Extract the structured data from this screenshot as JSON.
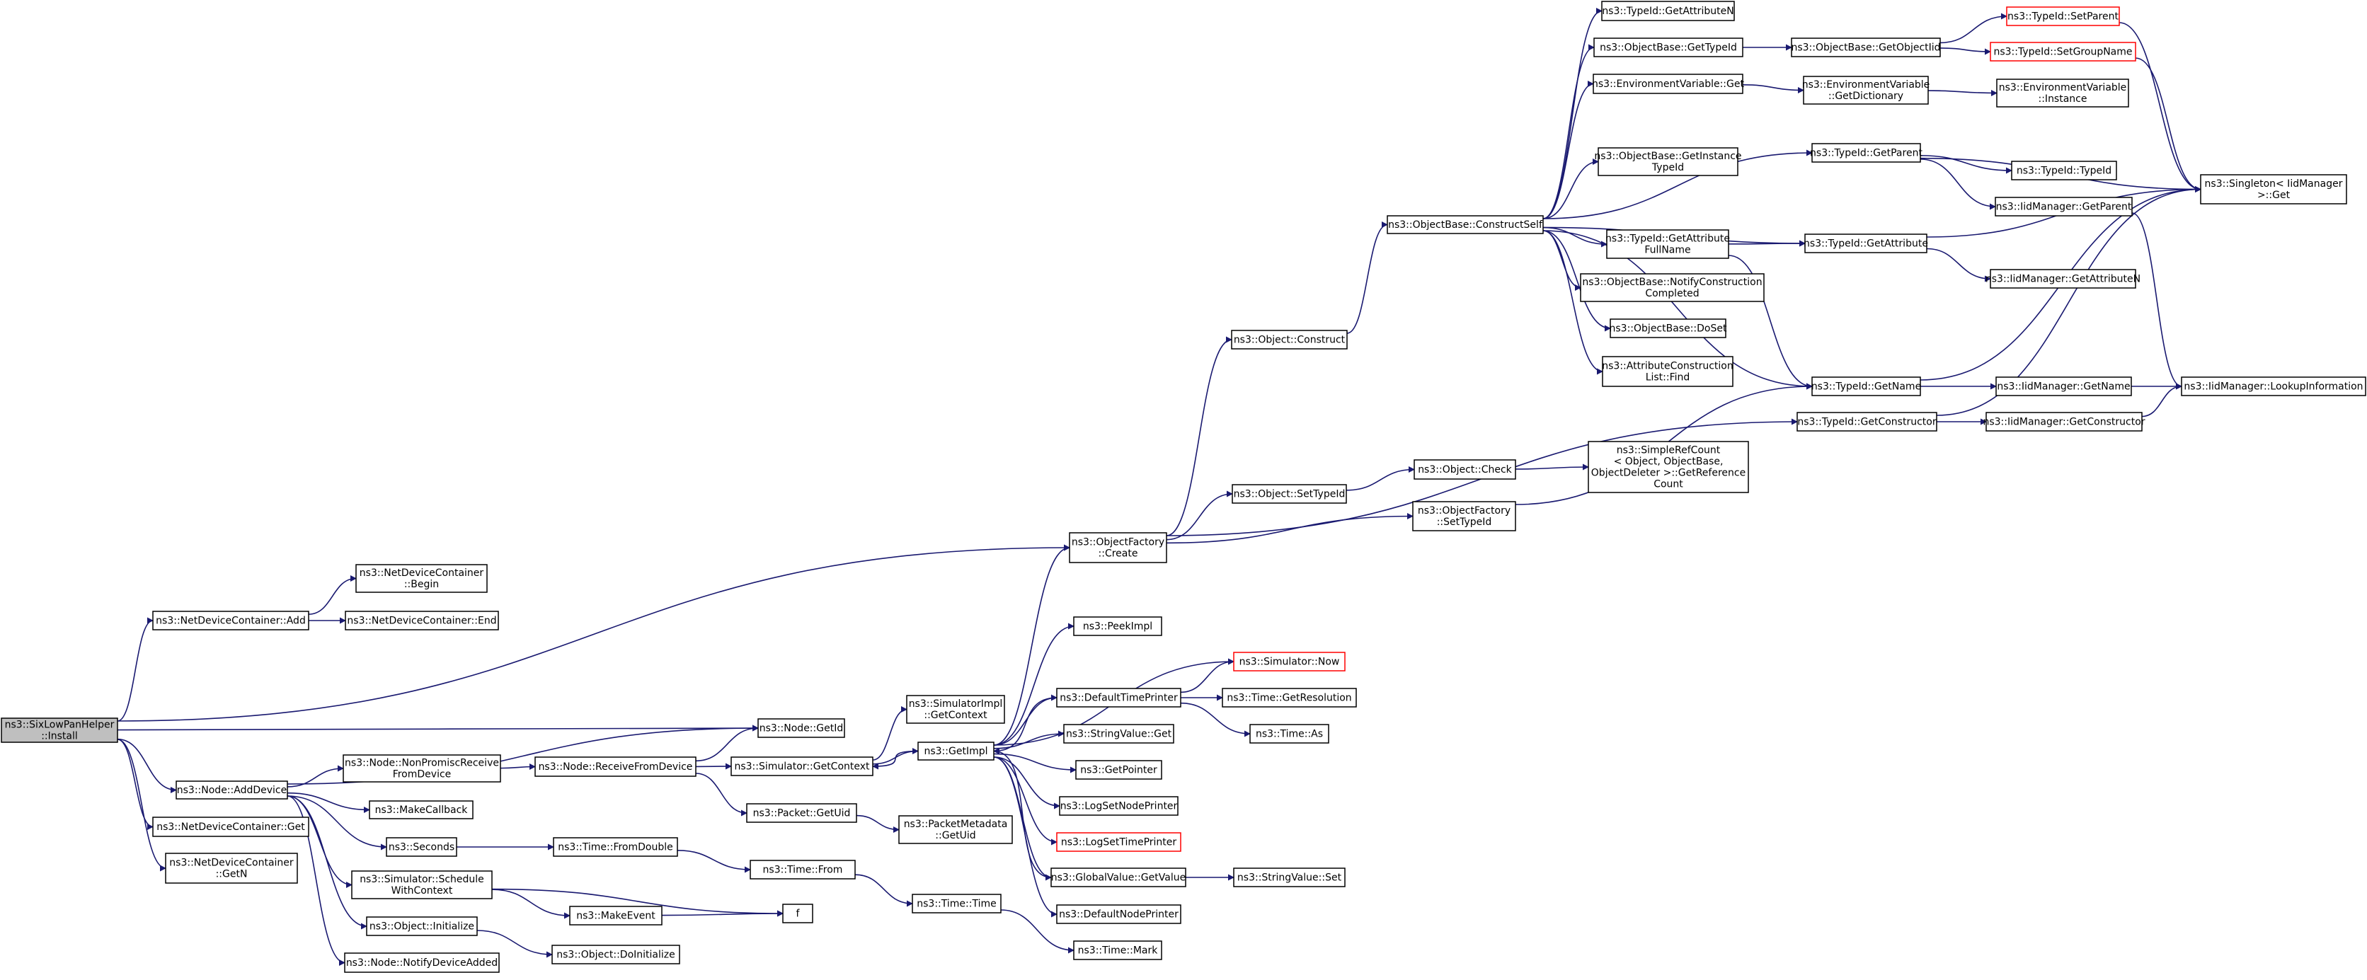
{
  "graph": {
    "title": "",
    "colors": {
      "edge": "#191970",
      "box_border": "#000000",
      "root_fill": "#bfbfbf",
      "truncated_border": "#ff0000"
    },
    "nodes": [
      {
        "id": "root",
        "lines": [
          "ns3::SixLowPanHelper",
          "::Install"
        ],
        "style": "root"
      },
      {
        "id": "ndc_add",
        "lines": [
          "ns3::NetDeviceContainer::Add"
        ]
      },
      {
        "id": "ndc_begin",
        "lines": [
          "ns3::NetDeviceContainer",
          "::Begin"
        ]
      },
      {
        "id": "ndc_end",
        "lines": [
          "ns3::NetDeviceContainer::End"
        ]
      },
      {
        "id": "node_getid",
        "lines": [
          "ns3::Node::GetId"
        ]
      },
      {
        "id": "node_adddevice",
        "lines": [
          "ns3::Node::AddDevice"
        ]
      },
      {
        "id": "ndc_get",
        "lines": [
          "ns3::NetDeviceContainer::Get"
        ]
      },
      {
        "id": "ndc_getn",
        "lines": [
          "ns3::NetDeviceContainer",
          "::GetN"
        ]
      },
      {
        "id": "nonpromisc",
        "lines": [
          "ns3::Node::NonPromiscReceive",
          "FromDevice"
        ]
      },
      {
        "id": "makecallback",
        "lines": [
          "ns3::MakeCallback"
        ]
      },
      {
        "id": "seconds",
        "lines": [
          "ns3::Seconds"
        ]
      },
      {
        "id": "schedulectx",
        "lines": [
          "ns3::Simulator::Schedule",
          "WithContext"
        ]
      },
      {
        "id": "obj_initialize",
        "lines": [
          "ns3::Object::Initialize"
        ]
      },
      {
        "id": "notifydeviceadded",
        "lines": [
          "ns3::Node::NotifyDeviceAdded"
        ]
      },
      {
        "id": "receivefromdevice",
        "lines": [
          "ns3::Node::ReceiveFromDevice"
        ]
      },
      {
        "id": "time_fromdouble",
        "lines": [
          "ns3::Time::FromDouble"
        ]
      },
      {
        "id": "makeevent",
        "lines": [
          "ns3::MakeEvent"
        ]
      },
      {
        "id": "f",
        "lines": [
          "f"
        ]
      },
      {
        "id": "obj_doinitialize",
        "lines": [
          "ns3::Object::DoInitialize"
        ]
      },
      {
        "id": "sim_getcontext",
        "lines": [
          "ns3::Simulator::GetContext"
        ]
      },
      {
        "id": "packet_getuid",
        "lines": [
          "ns3::Packet::GetUid"
        ]
      },
      {
        "id": "time_from",
        "lines": [
          "ns3::Time::From"
        ]
      },
      {
        "id": "simimpl_getcontext",
        "lines": [
          "ns3::SimulatorImpl",
          "::GetContext"
        ]
      },
      {
        "id": "getimpl",
        "lines": [
          "ns3::GetImpl"
        ]
      },
      {
        "id": "pktmeta_getuid",
        "lines": [
          "ns3::PacketMetadata",
          "::GetUid"
        ]
      },
      {
        "id": "time_time",
        "lines": [
          "ns3::Time::Time"
        ]
      },
      {
        "id": "objfactory_create",
        "lines": [
          "ns3::ObjectFactory",
          "::Create"
        ]
      },
      {
        "id": "peekimpl",
        "lines": [
          "ns3::PeekImpl"
        ]
      },
      {
        "id": "sim_now",
        "lines": [
          "ns3::Simulator::Now"
        ],
        "style": "red"
      },
      {
        "id": "defaulttimeprinter",
        "lines": [
          "ns3::DefaultTimePrinter"
        ]
      },
      {
        "id": "stringvalue_get",
        "lines": [
          "ns3::StringValue::Get"
        ]
      },
      {
        "id": "getpointer",
        "lines": [
          "ns3::GetPointer"
        ]
      },
      {
        "id": "logsetnodeprinter",
        "lines": [
          "ns3::LogSetNodePrinter"
        ]
      },
      {
        "id": "logsettimeprinter",
        "lines": [
          "ns3::LogSetTimePrinter"
        ],
        "style": "red"
      },
      {
        "id": "globalvalue_getvalue",
        "lines": [
          "ns3::GlobalValue::GetValue"
        ]
      },
      {
        "id": "defaultnodeprinter",
        "lines": [
          "ns3::DefaultNodePrinter"
        ]
      },
      {
        "id": "time_getresolution",
        "lines": [
          "ns3::Time::GetResolution"
        ]
      },
      {
        "id": "time_as",
        "lines": [
          "ns3::Time::As"
        ]
      },
      {
        "id": "stringvalue_set",
        "lines": [
          "ns3::StringValue::Set"
        ]
      },
      {
        "id": "time_mark",
        "lines": [
          "ns3::Time::Mark"
        ]
      },
      {
        "id": "obj_construct",
        "lines": [
          "ns3::Object::Construct"
        ]
      },
      {
        "id": "obj_settypeid",
        "lines": [
          "ns3::Object::SetTypeId"
        ]
      },
      {
        "id": "objfactory_settypeid",
        "lines": [
          "ns3::ObjectFactory",
          "::SetTypeId"
        ]
      },
      {
        "id": "obj_check",
        "lines": [
          "ns3::Object::Check"
        ]
      },
      {
        "id": "simplerefcount",
        "lines": [
          "ns3::SimpleRefCount",
          "< Object, ObjectBase,",
          "ObjectDeleter >::GetReference",
          "Count"
        ]
      },
      {
        "id": "constructself",
        "lines": [
          "ns3::ObjectBase::ConstructSelf"
        ]
      },
      {
        "id": "typeid_getattributen",
        "lines": [
          "ns3::TypeId::GetAttributeN"
        ]
      },
      {
        "id": "objbase_gettypeid",
        "lines": [
          "ns3::ObjectBase::GetTypeId"
        ]
      },
      {
        "id": "envvar_get",
        "lines": [
          "ns3::EnvironmentVariable::Get"
        ]
      },
      {
        "id": "objbase_getinstancetypeid",
        "lines": [
          "ns3::ObjectBase::GetInstance",
          "TypeId"
        ]
      },
      {
        "id": "typeid_getattributefullname",
        "lines": [
          "ns3::TypeId::GetAttribute",
          "FullName"
        ]
      },
      {
        "id": "notifyconstructioncompleted",
        "lines": [
          "ns3::ObjectBase::NotifyConstruction",
          "Completed"
        ]
      },
      {
        "id": "objbase_doset",
        "lines": [
          "ns3::ObjectBase::DoSet"
        ]
      },
      {
        "id": "attrconstructionlist_find",
        "lines": [
          "ns3::AttributeConstruction",
          "List::Find"
        ]
      },
      {
        "id": "objbase_getobjectiid",
        "lines": [
          "ns3::ObjectBase::GetObjectIid"
        ]
      },
      {
        "id": "envvar_getdictionary",
        "lines": [
          "ns3::EnvironmentVariable",
          "::GetDictionary"
        ]
      },
      {
        "id": "typeid_getparent",
        "lines": [
          "ns3::TypeId::GetParent"
        ]
      },
      {
        "id": "typeid_getattribute",
        "lines": [
          "ns3::TypeId::GetAttribute"
        ]
      },
      {
        "id": "typeid_getname",
        "lines": [
          "ns3::TypeId::GetName"
        ]
      },
      {
        "id": "typeid_getconstructor",
        "lines": [
          "ns3::TypeId::GetConstructor"
        ]
      },
      {
        "id": "typeid_setparent",
        "lines": [
          "ns3::TypeId::SetParent"
        ],
        "style": "red"
      },
      {
        "id": "typeid_setgroupname",
        "lines": [
          "ns3::TypeId::SetGroupName"
        ],
        "style": "red"
      },
      {
        "id": "envvar_instance",
        "lines": [
          "ns3::EnvironmentVariable",
          "::Instance"
        ]
      },
      {
        "id": "typeid_typeid",
        "lines": [
          "ns3::TypeId::TypeId"
        ]
      },
      {
        "id": "iidmanager_getparent",
        "lines": [
          "ns3::IidManager::GetParent"
        ]
      },
      {
        "id": "iidmanager_getattributen",
        "lines": [
          "ns3::IidManager::GetAttributeN"
        ]
      },
      {
        "id": "iidmanager_getname",
        "lines": [
          "ns3::IidManager::GetName"
        ]
      },
      {
        "id": "iidmanager_getconstructor",
        "lines": [
          "ns3::IidManager::GetConstructor"
        ]
      },
      {
        "id": "singleton_get",
        "lines": [
          "ns3::Singleton< IidManager",
          " >::Get"
        ]
      },
      {
        "id": "iidmanager_lookupinformation",
        "lines": [
          "ns3::IidManager::LookupInformation"
        ]
      }
    ],
    "edges": [
      [
        "root",
        "ndc_add"
      ],
      [
        "root",
        "objfactory_create"
      ],
      [
        "root",
        "node_getid"
      ],
      [
        "root",
        "node_adddevice"
      ],
      [
        "root",
        "ndc_get"
      ],
      [
        "root",
        "ndc_getn"
      ],
      [
        "ndc_add",
        "ndc_begin"
      ],
      [
        "ndc_add",
        "ndc_end"
      ],
      [
        "node_adddevice",
        "node_getid"
      ],
      [
        "node_adddevice",
        "nonpromisc"
      ],
      [
        "node_adddevice",
        "makecallback"
      ],
      [
        "node_adddevice",
        "seconds"
      ],
      [
        "node_adddevice",
        "schedulectx"
      ],
      [
        "node_adddevice",
        "obj_initialize"
      ],
      [
        "node_adddevice",
        "notifydeviceadded"
      ],
      [
        "nonpromisc",
        "receivefromdevice"
      ],
      [
        "receivefromdevice",
        "node_getid"
      ],
      [
        "receivefromdevice",
        "sim_getcontext"
      ],
      [
        "receivefromdevice",
        "packet_getuid"
      ],
      [
        "seconds",
        "time_fromdouble"
      ],
      [
        "time_fromdouble",
        "time_from"
      ],
      [
        "time_from",
        "time_time"
      ],
      [
        "time_time",
        "time_mark"
      ],
      [
        "schedulectx",
        "makeevent"
      ],
      [
        "schedulectx",
        "f"
      ],
      [
        "makeevent",
        "f"
      ],
      [
        "obj_initialize",
        "obj_doinitialize"
      ],
      [
        "sim_getcontext",
        "simimpl_getcontext"
      ],
      [
        "sim_getcontext",
        "getimpl"
      ],
      [
        "packet_getuid",
        "pktmeta_getuid"
      ],
      [
        "getimpl",
        "objfactory_create"
      ],
      [
        "getimpl",
        "peekimpl"
      ],
      [
        "getimpl",
        "sim_now"
      ],
      [
        "getimpl",
        "defaulttimeprinter"
      ],
      [
        "getimpl",
        "stringvalue_get"
      ],
      [
        "getimpl",
        "getpointer"
      ],
      [
        "getimpl",
        "logsetnodeprinter"
      ],
      [
        "getimpl",
        "logsettimeprinter"
      ],
      [
        "getimpl",
        "globalvalue_getvalue"
      ],
      [
        "getimpl",
        "defaultnodeprinter"
      ],
      [
        "getimpl",
        "sim_getcontext"
      ],
      [
        "defaulttimeprinter",
        "sim_now"
      ],
      [
        "defaulttimeprinter",
        "time_getresolution"
      ],
      [
        "defaulttimeprinter",
        "time_as"
      ],
      [
        "defaulttimeprinter",
        "getimpl"
      ],
      [
        "globalvalue_getvalue",
        "stringvalue_set"
      ],
      [
        "globalvalue_getvalue",
        "getimpl"
      ],
      [
        "objfactory_create",
        "obj_construct"
      ],
      [
        "objfactory_create",
        "obj_settypeid"
      ],
      [
        "objfactory_create",
        "objfactory_settypeid"
      ],
      [
        "objfactory_create",
        "typeid_getconstructor"
      ],
      [
        "obj_construct",
        "constructself"
      ],
      [
        "obj_settypeid",
        "obj_check"
      ],
      [
        "obj_check",
        "simplerefcount"
      ],
      [
        "objfactory_settypeid",
        "typeid_getname"
      ],
      [
        "constructself",
        "typeid_getattributen"
      ],
      [
        "constructself",
        "objbase_gettypeid"
      ],
      [
        "constructself",
        "envvar_get"
      ],
      [
        "constructself",
        "objbase_getinstancetypeid"
      ],
      [
        "constructself",
        "typeid_getattributefullname"
      ],
      [
        "constructself",
        "notifyconstructioncompleted"
      ],
      [
        "constructself",
        "objbase_doset"
      ],
      [
        "constructself",
        "attrconstructionlist_find"
      ],
      [
        "constructself",
        "typeid_getparent"
      ],
      [
        "constructself",
        "typeid_getattribute"
      ],
      [
        "constructself",
        "typeid_getname"
      ],
      [
        "objbase_gettypeid",
        "objbase_getobjectiid"
      ],
      [
        "objbase_getobjectiid",
        "typeid_setparent"
      ],
      [
        "objbase_getobjectiid",
        "typeid_setgroupname"
      ],
      [
        "typeid_setparent",
        "singleton_get"
      ],
      [
        "typeid_setgroupname",
        "singleton_get"
      ],
      [
        "envvar_get",
        "envvar_getdictionary"
      ],
      [
        "envvar_getdictionary",
        "envvar_instance"
      ],
      [
        "typeid_getattributefullname",
        "typeid_getattribute"
      ],
      [
        "typeid_getattributefullname",
        "typeid_getname"
      ],
      [
        "typeid_getparent",
        "singleton_get"
      ],
      [
        "typeid_getparent",
        "typeid_typeid"
      ],
      [
        "typeid_getparent",
        "iidmanager_getparent"
      ],
      [
        "typeid_getattribute",
        "singleton_get"
      ],
      [
        "typeid_getattribute",
        "iidmanager_getattributen"
      ],
      [
        "typeid_getname",
        "singleton_get"
      ],
      [
        "typeid_getname",
        "iidmanager_getname"
      ],
      [
        "typeid_getconstructor",
        "singleton_get"
      ],
      [
        "typeid_getconstructor",
        "iidmanager_getconstructor"
      ],
      [
        "iidmanager_getparent",
        "iidmanager_lookupinformation"
      ],
      [
        "iidmanager_getname",
        "iidmanager_lookupinformation"
      ],
      [
        "iidmanager_getconstructor",
        "iidmanager_lookupinformation"
      ]
    ]
  }
}
